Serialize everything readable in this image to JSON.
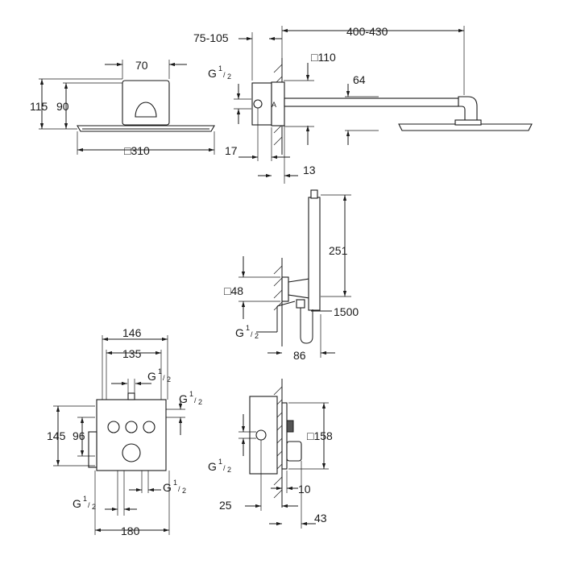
{
  "dimensions": {
    "head_top_width": "70",
    "head_height_outer": "115",
    "head_height_inner": "90",
    "head_diameter": "310",
    "wall_depth": "75-105",
    "arm_length": "400-430",
    "flange_size": "110",
    "arm_drop": "64",
    "thread_top": "G",
    "offset_17": "17",
    "offset_13": "13",
    "holder_height": "251",
    "holder_square": "48",
    "hose_length": "1500",
    "holder_thread": "G",
    "holder_depth": "86",
    "body_width_outer": "146",
    "body_width_inner": "135",
    "thread_top_body": "G",
    "thread_right_body": "G",
    "body_height_outer": "145",
    "body_height_inner": "96",
    "thread_bottom_left": "G",
    "thread_bottom_right": "G",
    "body_base_width": "180",
    "thread_side": "G",
    "plate_size": "158",
    "plate_depth_10": "10",
    "plate_depth_25": "25",
    "plate_depth_43": "43"
  },
  "fraction": {
    "num": "1",
    "den": "2"
  },
  "symbols": {
    "square": "□"
  }
}
